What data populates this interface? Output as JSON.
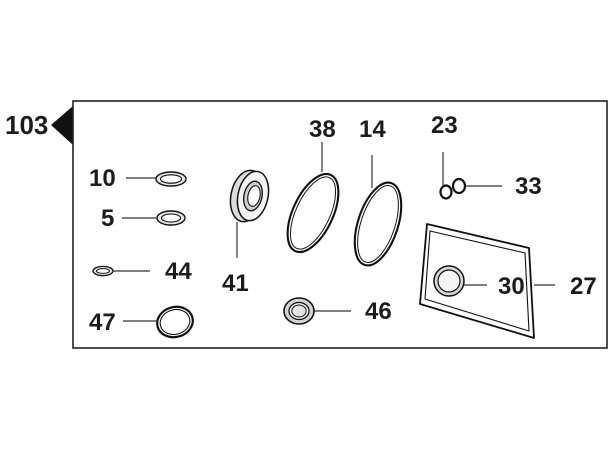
{
  "kit": {
    "callout": "103"
  },
  "callouts": {
    "p10": "10",
    "p5": "5",
    "p44": "44",
    "p47": "47",
    "p41": "41",
    "p38": "38",
    "p14": "14",
    "p46": "46",
    "p23": "23",
    "p33": "33",
    "p30": "30",
    "p27": "27"
  },
  "colors": {
    "ring_fill": "#ffffff",
    "ring_shade": "#d9d9d9",
    "line": "#222222"
  }
}
